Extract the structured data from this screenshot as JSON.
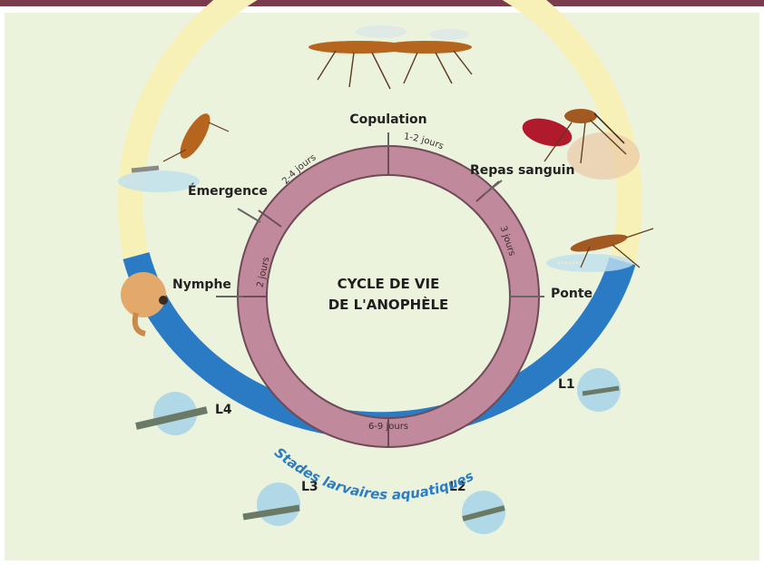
{
  "center_title": [
    "CYCLE DE VIE",
    "DE L'ANOPHÈLE"
  ],
  "stages": {
    "copulation": "Copulation",
    "repas": "Repas sanguin",
    "emergence": "Émergence",
    "ponte": "Ponte",
    "nymphe": "Nymphe",
    "l1": "L1",
    "l2": "L2",
    "l3": "L3",
    "l4": "L4"
  },
  "durations": {
    "d_2_4": "2-4 jours",
    "d_1_2": "1-2 jours",
    "d_3": "3 jours",
    "d_2": "2 jours",
    "d_6_9": "6-9 jours"
  },
  "aquatic_label": "Stades larvaires aquatiques",
  "colors": {
    "top_bar": "#7a3b4d",
    "background": "#ecf3dd",
    "inner_ring": "#c08a9c",
    "aquatic_arc": "#2b7bc4",
    "aerial_arc": "#f7f1b8",
    "label_accent": "#2a7cc4"
  }
}
